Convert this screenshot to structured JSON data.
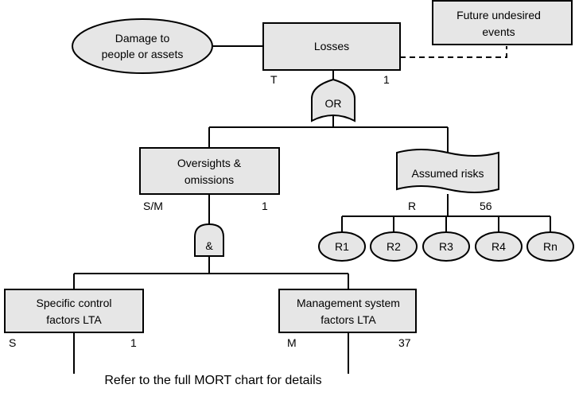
{
  "nodes": {
    "damage": {
      "line1": "Damage to",
      "line2": "people or assets"
    },
    "losses": {
      "label": "Losses",
      "code": "T",
      "number": "1"
    },
    "future": {
      "line1": "Future undesired",
      "line2": "events"
    },
    "or_gate": {
      "label": "OR"
    },
    "oversights": {
      "line1": "Oversights &",
      "line2": "omissions",
      "code": "S/M",
      "number": "1"
    },
    "assumed": {
      "label": "Assumed risks",
      "code": "R",
      "number": "56"
    },
    "risks": [
      "R1",
      "R2",
      "R3",
      "R4",
      "Rn"
    ],
    "and_gate": {
      "label": "&"
    },
    "specific": {
      "line1": "Specific control",
      "line2": "factors LTA",
      "code": "S",
      "number": "1"
    },
    "management": {
      "line1": "Management system",
      "line2": "factors LTA",
      "code": "M",
      "number": "37"
    }
  },
  "footer_note": "Refer to the full MORT chart for details"
}
